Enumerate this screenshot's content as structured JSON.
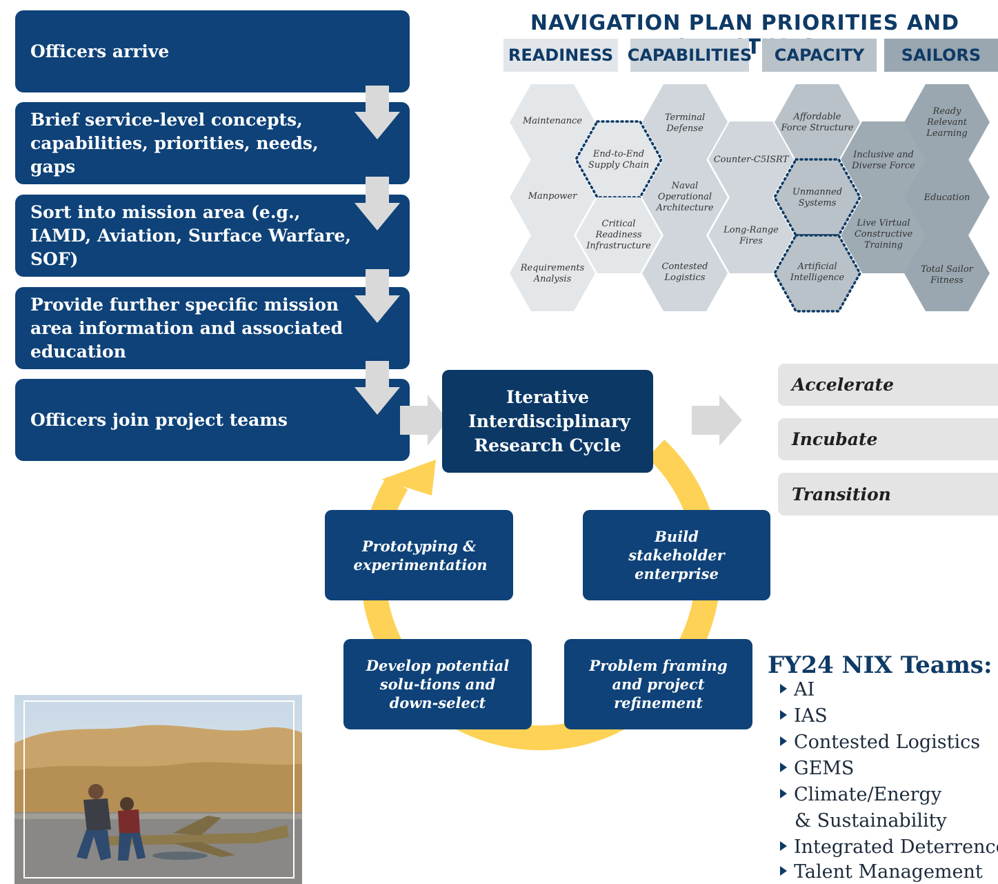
{
  "steps": [
    "Officers arrive",
    "Brief service-level concepts, capabilities, priorities, needs, gaps",
    "Sort into mission area (e.g., IAMD, Aviation, Surface Warfare, SOF)",
    "Provide further specific mission area information and associated education",
    "Officers join project teams"
  ],
  "nav_plan": {
    "title": "NAVIGATION PLAN PRIORITIES AND OBJECTIVES",
    "categories": [
      "READINESS",
      "CAPABILITIES",
      "CAPACITY",
      "SAILORS"
    ],
    "category_colors": [
      "#e2e6ea",
      "#cdd4da",
      "#b9c2c8",
      "#9aa7b0"
    ],
    "hexagons": {
      "maintenance": "Maintenance",
      "manpower": "Manpower",
      "requirements": "Requirements Analysis",
      "end_to_end": "End-to-End Supply Chain",
      "critical": "Critical Readiness Infrastructure",
      "terminal": "Terminal Defense",
      "naval_op": "Naval Operational Architecture",
      "contested": "Contested Logistics",
      "counter": "Counter-C5ISRT",
      "long_range": "Long-Range Fires",
      "affordable": "Affordable Force Structure",
      "unmanned": "Unmanned Systems",
      "ai": "Artificial Intelligence",
      "inclusive": "Inclusive and Diverse Force",
      "lvc": "Live Virtual Constructive Training",
      "ready": "Ready Relevant Learning",
      "education": "Education",
      "fitness": "Total Sailor Fitness"
    }
  },
  "cycle": {
    "center": "Iterative Interdisciplinary Research Cycle",
    "prototyping": "Prototyping & experimentation",
    "build": "Build stakeholder enterprise",
    "develop": "Develop potential solu-tions and down-select",
    "problem": "Problem framing and project refinement",
    "ring_color": "#fdd256"
  },
  "outcomes": [
    "Accelerate",
    "Incubate",
    "Transition"
  ],
  "teams": {
    "title": "FY24 NIX Teams:",
    "items": [
      "AI",
      "IAS",
      "Contested Logistics",
      "GEMS",
      "Climate/Energy",
      "& Sustainability",
      "Integrated Deterrence",
      "Talent Management"
    ]
  },
  "colors": {
    "navy": "#0e4278",
    "arrow_gray": "#d9d9d9"
  }
}
